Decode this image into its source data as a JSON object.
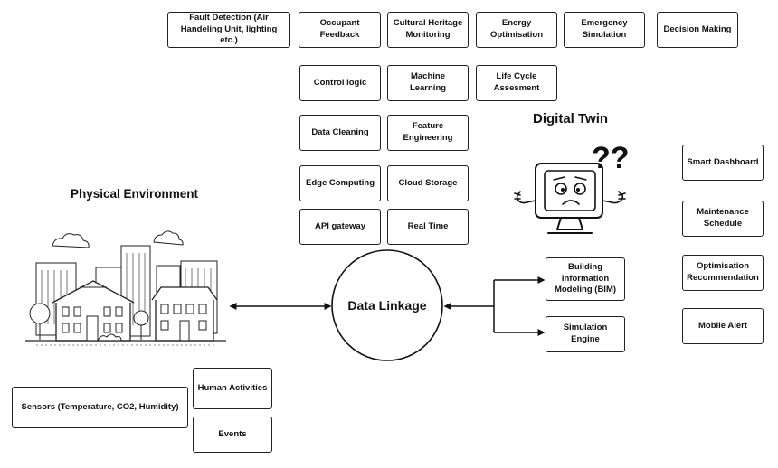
{
  "titles": {
    "physical_environment": "Physical Environment",
    "digital_twin": "Digital Twin",
    "data_linkage": "Data Linkage"
  },
  "applications": [
    "Fault Detection (Air Handeling Unit, lighting etc.)",
    "Occupant Feedback",
    "Cultural Heritage Monitoring",
    "Energy Optimisation",
    "Emergency Simulation",
    "Decision Making"
  ],
  "pipeline": {
    "control_logic": "Control logic",
    "machine_learning": "Machine Learning",
    "life_cycle": "Life Cycle Assesment",
    "data_cleaning": "Data Cleaning",
    "feature_engineering": "Feature Engineering",
    "edge_computing": "Edge Computing",
    "cloud_storage": "Cloud Storage",
    "api_gateway": "API gateway",
    "real_time": "Real Time"
  },
  "digital_twin_components": {
    "bim": "Building Information Modeling (BIM)",
    "simulation_engine": "Simulation Engine"
  },
  "outputs": [
    "Smart Dashboard",
    "Maintenance Schedule",
    "Optimisation Recommendation",
    "Mobile Alert"
  ],
  "data_sources": {
    "sensors": "Sensors (Temperature, CO2, Humidity)",
    "human_activities": "Human Activities",
    "events": "Events"
  },
  "icons": {
    "question_marks": "??",
    "digital_twin_illustration": "confused-monitor-icon",
    "physical_environment_illustration": "city-buildings-icon"
  }
}
